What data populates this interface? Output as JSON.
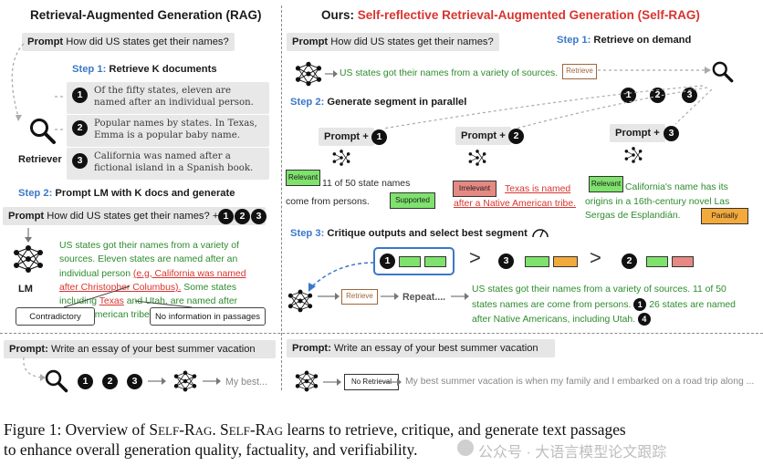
{
  "left": {
    "title": "Retrieval-Augmented Generation (RAG)",
    "prompt_label": "Prompt",
    "prompt_text": "How did US states get their names?",
    "step1_num": "Step 1:",
    "step1_text": "Retrieve K documents",
    "docs": [
      "Of the fifty states, eleven are named after an individual person.",
      "Popular names by states. In Texas, Emma is a popular baby name.",
      "California was named after a fictional island in a Spanish book."
    ],
    "retriever_label": "Retriever",
    "step2_num": "Step 2:",
    "step2_text": "Prompt LM with K docs and generate",
    "prompt2_text": "How did US states get their names? +",
    "lm_label": "LM",
    "gen_green_1": "US states got their names from a variety of sources. Eleven states are named after an individual person",
    "gen_red_1": "(e.g, California was named after Christopher Columbus).",
    "gen_green_2": "Some states including",
    "gen_red_2": "Texas",
    "gen_green_3": "and Utah, are named after Native American tribe.",
    "contradictory": "Contradictory",
    "no_info": "No information in passages",
    "bottom_prompt_label": "Prompt:",
    "bottom_prompt_text": "Write an essay of your best summer vacation",
    "bottom_output": "My best..."
  },
  "right": {
    "title_prefix": "Ours:",
    "title_main": "Self-reflective Retrieval-Augmented Generation (",
    "title_abbr": "Self-RAG",
    "title_suffix": ")",
    "prompt_label": "Prompt",
    "prompt_text": "How did US states get their names?",
    "step1_num": "Step 1:",
    "step1_text": "Retrieve on demand",
    "gen_line": "US states got their names from a variety of sources.",
    "retrieve_tag": "Retrieve",
    "step2_num": "Step 2:",
    "step2_text": "Generate segment in parallel",
    "prompt_plus": "Prompt +",
    "seg1_tag": "Relevant",
    "seg1_text": "11 of 50 state names come from persons.",
    "seg1_support": "Supported",
    "seg2_tag": "Irrelevant",
    "seg2_text": "Texas is named after a Native American tribe.",
    "seg3_tag": "Relevant",
    "seg3_text": "California's name has its origins in a 16th-century novel Las Sergas de Esplandián.",
    "seg3_support": "Partially",
    "step3_num": "Step 3:",
    "step3_text": "Critique outputs and select best segment",
    "gt1": ">",
    "gt2": ">",
    "repeat_tag": "Retrieve",
    "repeat_text": "Repeat....",
    "final_text_1": "US states got their names from a variety of sources. 11 of 50 states names are come from persons.",
    "final_text_2": "26 states are named after Native Americans, including Utah.",
    "bottom_prompt_label": "Prompt:",
    "bottom_prompt_text": "Write an essay of your best summer vacation",
    "no_retrieval": "No Retrieval",
    "bottom_output": "My best summer vacation is when my family and I embarked on a road trip along ..."
  },
  "badges": {
    "one": "1",
    "two": "2",
    "three": "3",
    "four": "4"
  },
  "caption": {
    "line1_a": "Figure 1: Overview of S",
    "line1_sc1": "ELF",
    "line1_b": "-R",
    "line1_sc2": "AG",
    "line1_c": ". S",
    "line1_sc3": "ELF",
    "line1_d": "-R",
    "line1_sc4": "AG",
    "line1_e": " learns to retrieve, critique, and generate text passages",
    "line2": "to enhance overall generation quality, factuality, and verifiability."
  },
  "watermark": "公众号 · 大语言模型论文跟踪",
  "colors": {
    "step_blue": "#3a78c9",
    "relevant_green": "#7ee26d",
    "irrelevant_red": "#e58a83",
    "partially_orange": "#f3aa3c",
    "text_green": "#2e8b2e",
    "text_red": "#d8342e"
  }
}
